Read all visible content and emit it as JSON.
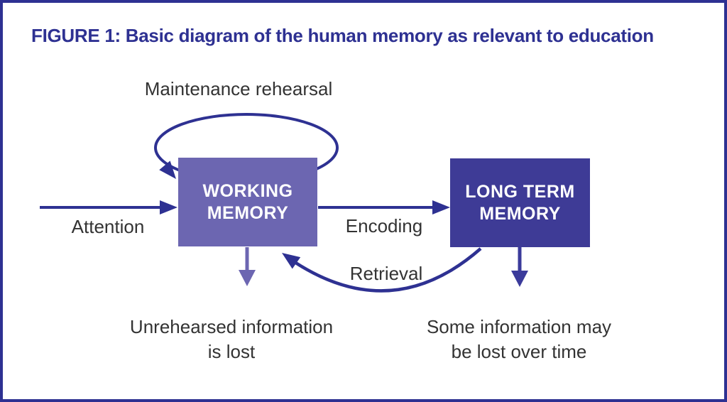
{
  "figure": {
    "title": "FIGURE 1: Basic diagram of the human memory as relevant to education"
  },
  "colors": {
    "frame": "#2E3192",
    "working_box": "#6C66B1",
    "longterm_box": "#3E3B96",
    "label_text": "#333333",
    "box_text": "#FFFFFF",
    "working_arrow": "#6C66B1",
    "longterm_arrow": "#3B3B9B"
  },
  "nodes": {
    "working_memory": {
      "line1": "WORKING",
      "line2": "MEMORY"
    },
    "long_term_memory": {
      "line1": "LONG TERM",
      "line2": "MEMORY"
    }
  },
  "labels": {
    "maintenance_rehearsal": "Maintenance rehearsal",
    "attention": "Attention",
    "encoding": "Encoding",
    "retrieval": "Retrieval",
    "unrehearsed_line1": "Unrehearsed information",
    "unrehearsed_line2": "is lost",
    "lost_over_time_line1": "Some information may",
    "lost_over_time_line2": "be lost over time"
  },
  "edges": [
    {
      "label": "Attention",
      "from": "external-input",
      "to": "working_memory",
      "style": "straight-arrow"
    },
    {
      "label": "Maintenance rehearsal",
      "from": "working_memory",
      "to": "working_memory",
      "style": "loop-arrow"
    },
    {
      "label": "Encoding",
      "from": "working_memory",
      "to": "long_term_memory",
      "style": "straight-arrow"
    },
    {
      "label": "Retrieval",
      "from": "long_term_memory",
      "to": "working_memory",
      "style": "curved-arrow"
    },
    {
      "label": "Unrehearsed information is lost",
      "from": "working_memory",
      "to": "information-loss",
      "style": "down-arrow"
    },
    {
      "label": "Some information may be lost over time",
      "from": "long_term_memory",
      "to": "information-loss",
      "style": "down-arrow"
    }
  ]
}
